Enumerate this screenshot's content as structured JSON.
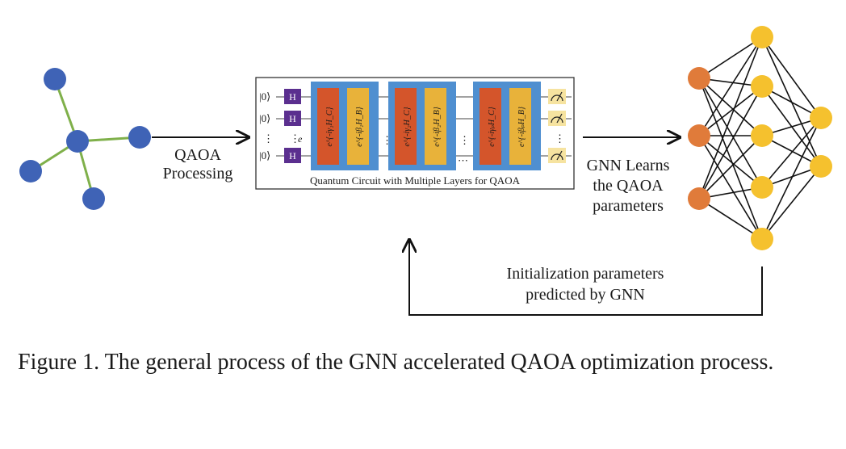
{
  "graph": {
    "node_color": "#3f63b6",
    "edge_color": "#7fb04a"
  },
  "arrow1": {
    "line1": "QAOA",
    "line2": "Processing"
  },
  "circuit": {
    "caption": "Quantum Circuit with Multiple Layers for QAOA",
    "ket_label": "|0⟩",
    "hadamard_label": "H",
    "vertical_dots": "⋮",
    "horizontal_dots": "⋯",
    "e_label": "e",
    "layers": [
      {
        "cost_gate": "e^{-iγ₁H_C}",
        "mixer_gate": "e^{-iβ₁H_B}"
      },
      {
        "cost_gate": "e^{-iγ₂H_C}",
        "mixer_gate": "e^{-iβ₂H_B}"
      },
      {
        "cost_gate": "e^{-iγₚH_C}",
        "mixer_gate": "e^{-iβₚH_B}"
      }
    ],
    "colors": {
      "hadamard": "#5b2f8f",
      "layer_bg": "#4f8fd0",
      "cost": "#d4552b",
      "mixer": "#e8b23a",
      "measure": "#f6e3a0"
    }
  },
  "arrow2": {
    "line1": "GNN Learns",
    "line2": "the QAOA",
    "line3": "parameters"
  },
  "network": {
    "input_color": "#e07b3a",
    "hidden_color": "#f5c12e"
  },
  "feedback": {
    "line1": "Initialization parameters",
    "line2": "predicted by GNN"
  },
  "figure_caption": "Figure 1.  The general process of the GNN accelerated QAOA optimization process."
}
